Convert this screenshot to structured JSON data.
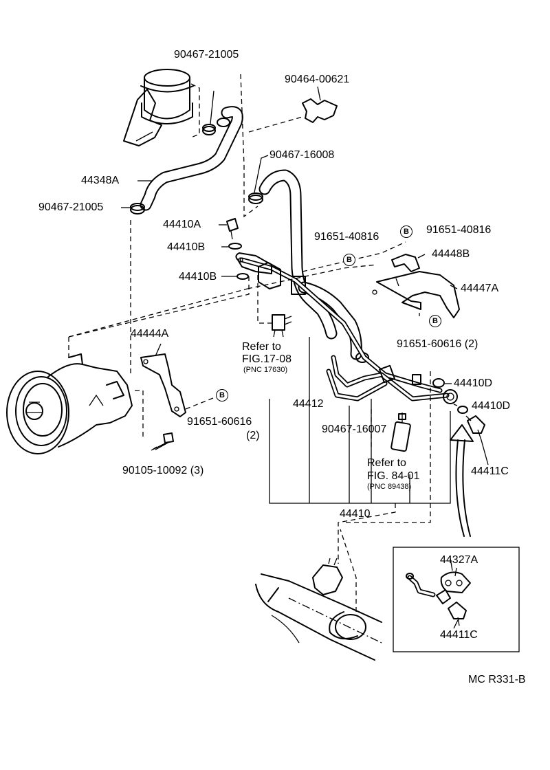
{
  "labels": {
    "p_90467_21005_top": "90467-21005",
    "p_90464_00621": "90464-00621",
    "p_90467_16008": "90467-16008",
    "p_44348A": "44348A",
    "p_90467_21005_left": "90467-21005",
    "p_44410A": "44410A",
    "p_44410B_1": "44410B",
    "p_44410B_2": "44410B",
    "p_91651_40816_a": "91651-40816",
    "p_91651_40816_b": "91651-40816",
    "p_44448B": "44448B",
    "p_44447A": "44447A",
    "p_91651_60616_right": "91651-60616 (2)",
    "p_44444A": "44444A",
    "refer_1": "Refer to",
    "fig_1": "FIG.17-08",
    "pnc_1": "(PNC 17630)",
    "p_44412": "44412",
    "p_44410D_1": "44410D",
    "p_44410D_2": "44410D",
    "p_91651_60616_left": "91651-60616",
    "p_91651_60616_left_qty": "(2)",
    "p_90467_16007": "90467-16007",
    "p_44411C_1": "44411C",
    "p_90105_10092": "90105-10092 (3)",
    "refer_2": "Refer to",
    "fig_2": "FIG. 84-01",
    "pnc_2": "(PNC 89438)",
    "p_44410": "44410",
    "p_44327A": "44327A",
    "p_44411C_2": "44411C",
    "code": "MC R331-B"
  },
  "badges": {
    "b1": "B",
    "b2": "B",
    "b3": "B",
    "b4": "B"
  }
}
